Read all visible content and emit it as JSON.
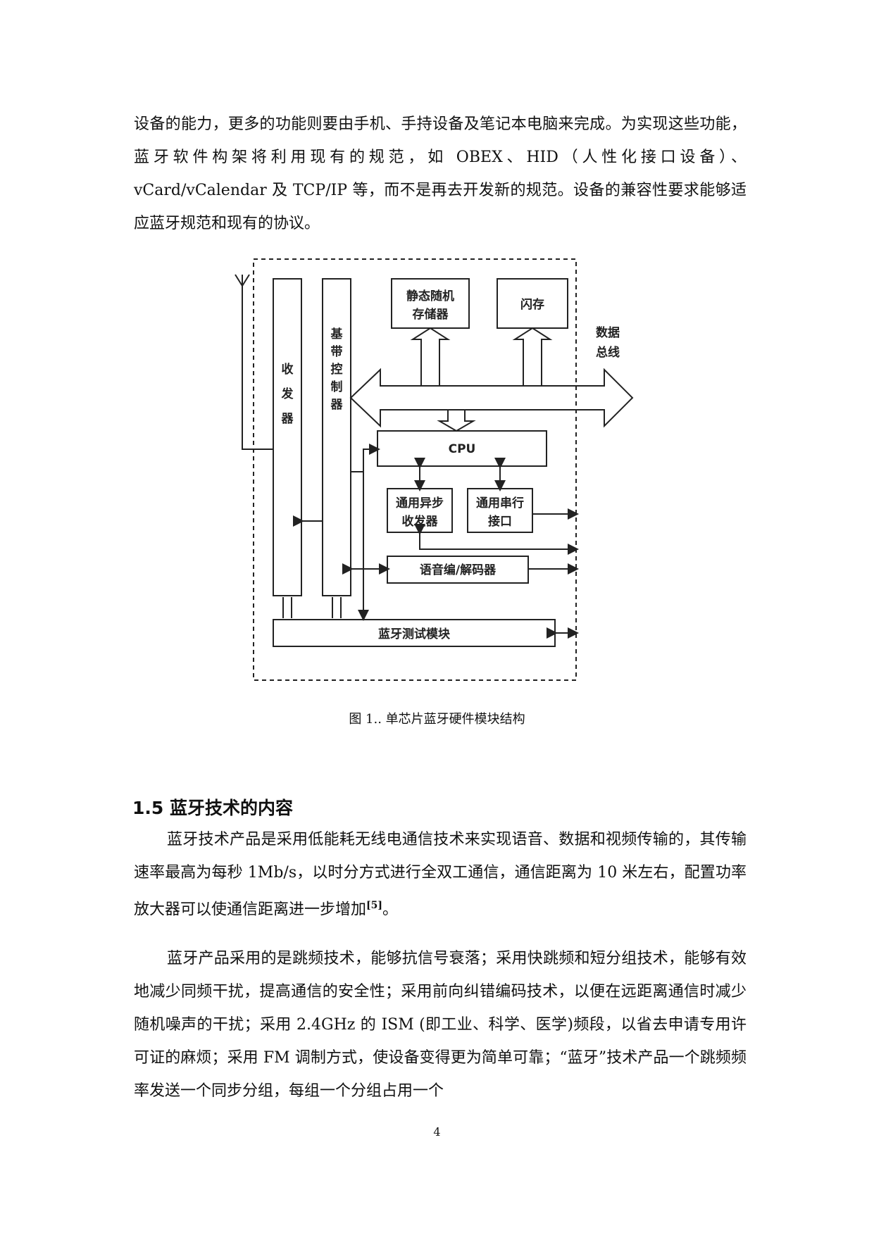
{
  "intro_paragraph": "设备的能力，更多的功能则要由手机、手持设备及笔记本电脑来完成。为实现这些功能，蓝牙软件构架将利用现有的规范，如 OBEX、HID（人性化接口设备）、vCard/vCalendar 及 TCP/IP 等，而不是再去开发新的规范。设备的兼容性要求能够适应蓝牙规范和现有的协议。",
  "figure": {
    "caption": "图 1.. 单芯片蓝牙硬件模块结构",
    "blocks": {
      "transceiver": [
        "收",
        "发",
        "器"
      ],
      "baseband": [
        "基",
        "带",
        "控",
        "制",
        "器"
      ],
      "sram": [
        "静态随机",
        "存储器"
      ],
      "flash": "闪存",
      "data_bus": [
        "数据",
        "总线"
      ],
      "cpu": "CPU",
      "uart": [
        "通用异步",
        "收发器"
      ],
      "usb": [
        "通用串行",
        "接口"
      ],
      "codec": "语音编/解码器",
      "test": "蓝牙测试模块"
    }
  },
  "section": {
    "heading": "1.5 蓝牙技术的内容",
    "paragraph1": "蓝牙技术产品是采用低能耗无线电通信技术来实现语音、数据和视频传输的，其传输速率最高为每秒 1Mb/s，以时分方式进行全双工通信，通信距离为 10 米左右，配置功率放大器可以使通信距离进一步增加",
    "paragraph1_ref": "[5]",
    "paragraph1_end": "。",
    "paragraph2": "蓝牙产品采用的是跳频技术，能够抗信号衰落；采用快跳频和短分组技术，能够有效地减少同频干扰，提高通信的安全性；采用前向纠错编码技术，以便在远距离通信时减少随机噪声的干扰；采用 2.4GHz 的 ISM (即工业、科学、医学)频段，以省去申请专用许可证的麻烦；采用 FM 调制方式，使设备变得更为简单可靠；“蓝牙”技术产品一个跳频频率发送一个同步分组，每组一个分组占用一个"
  },
  "page_number": "4"
}
